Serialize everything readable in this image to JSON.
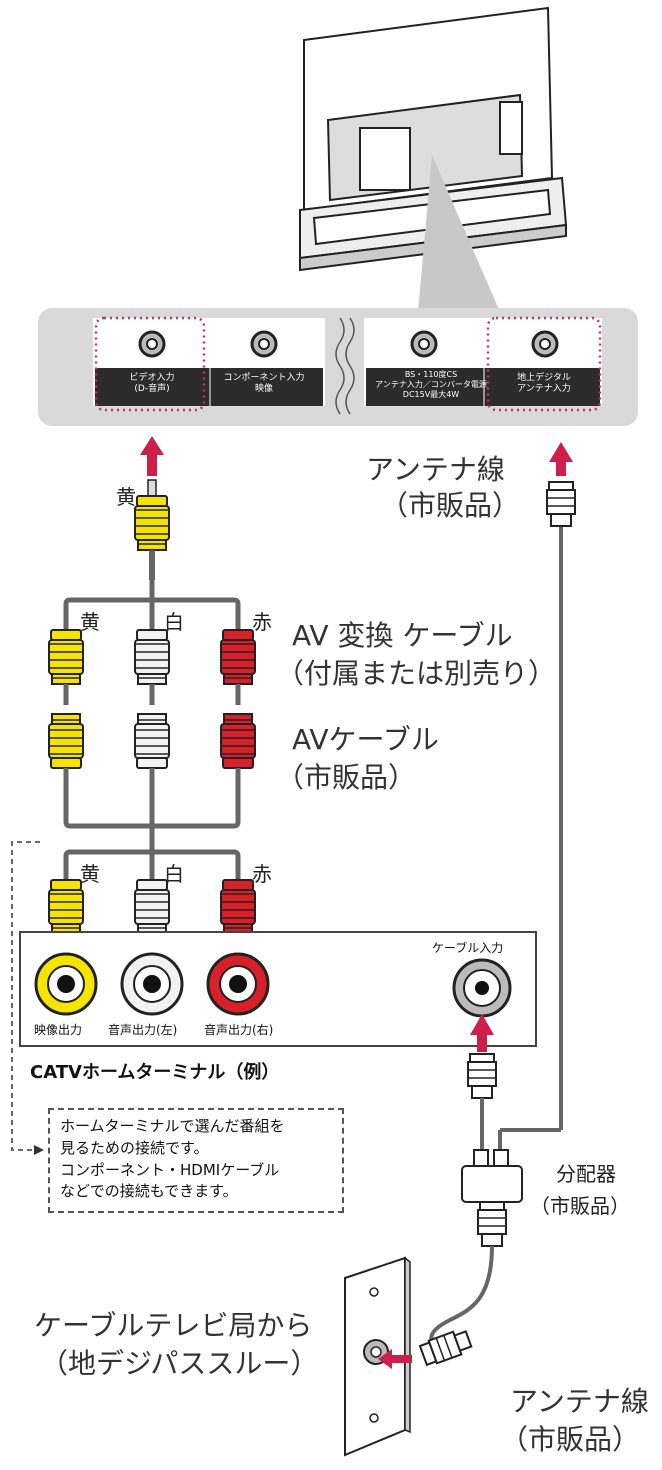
{
  "tv_panel": {
    "ports": [
      {
        "label_line1": "ビデオ入力",
        "label_line2": "(D-音声)"
      },
      {
        "label_line1": "コンポーネント入力",
        "label_line2": "映像"
      },
      {
        "label_line1": "BS・110度CS",
        "label_line2": "アンテナ入力／コンバータ電源",
        "label_line3": "DC15V最大4W"
      },
      {
        "label_line1": "地上デジタル",
        "label_line2": "アンテナ入力"
      }
    ]
  },
  "connector_labels": {
    "top_yellow": "黄",
    "av_yellow": "黄",
    "av_white": "白",
    "av_red": "赤",
    "catv_yellow": "黄",
    "catv_white": "白",
    "catv_red": "赤"
  },
  "cables": {
    "antenna_top_name": "アンテナ線",
    "antenna_top_note": "（市販品）",
    "av_conv_name": "AV 変換 ケーブル",
    "av_conv_note": "（付属または別売り）",
    "av_cable_name": "AVケーブル",
    "av_cable_note": "（市販品）",
    "splitter_name": "分配器",
    "splitter_note": "（市販品）",
    "antenna_bottom_name": "アンテナ線",
    "antenna_bottom_note": "（市販品）"
  },
  "terminal": {
    "cable_input": "ケーブル入力",
    "video_out": "映像出力",
    "audio_left": "音声出力(左)",
    "audio_right": "音声出力(右)",
    "name": "CATVホームターミナル（例）"
  },
  "note": {
    "line1": "ホームターミナルで選んだ番組を",
    "line2": "見るための接続です。",
    "line3": "コンポーネント・HDMIケーブル",
    "line4": "などでの接続もできます。"
  },
  "source": {
    "line1": "ケーブルテレビ局から",
    "line2": "（地デジパススルー）"
  },
  "colors": {
    "yellow": "#f5e400",
    "white_plug": "#f2f2f2",
    "red": "#d8202a",
    "arrow": "#cc1f4a",
    "panel": "#d9d9d9",
    "highlight": "#c0306a"
  }
}
